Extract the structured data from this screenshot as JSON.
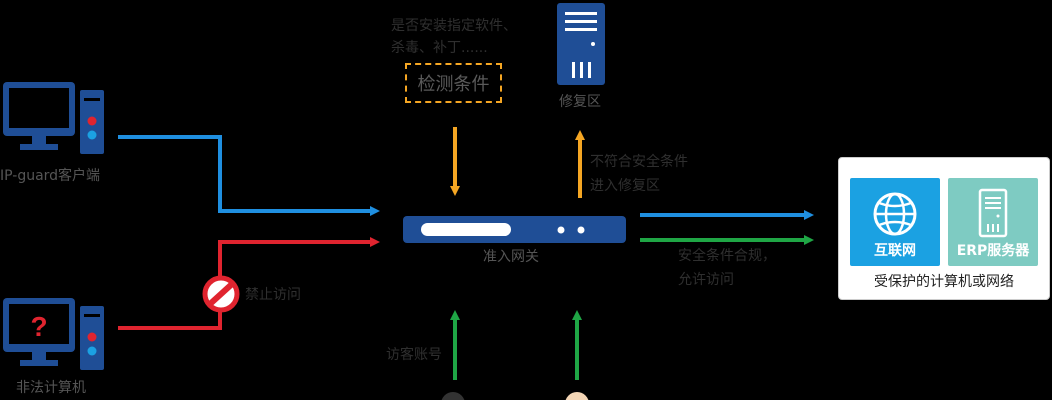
{
  "colors": {
    "blue_line": "#1f8fe0",
    "red_line": "#e0242f",
    "green_line": "#1fa645",
    "orange_line": "#f5a623",
    "device_navy": "#1f4e96",
    "internet_tile": "#1ba1e2",
    "erp_tile": "#7ecbc2"
  },
  "nodes": {
    "client_label": "IP-guard客户端",
    "illegal_label": "非法计算机",
    "gateway_label": "准入网关",
    "repair_label": "修复区",
    "protected_caption": "受保护的计算机或网络",
    "internet_label": "互联网",
    "erp_label": "ERP服务器"
  },
  "annotations": {
    "check_line1": "是否安装指定软件、",
    "check_line2": "杀毒、补丁......",
    "detect_condition": "检测条件",
    "noncompliant_line1": "不符合安全条件",
    "noncompliant_line2": "进入修复区",
    "compliant_line1": "安全条件合规，",
    "compliant_line2": "允许访问",
    "deny_access": "禁止访问",
    "visitor_account": "访客账号"
  },
  "icons": {
    "client": "computer-icon",
    "illegal": "unknown-computer-icon",
    "gateway": "gateway-device-icon",
    "repair": "server-icon",
    "internet": "globe-icon",
    "erp": "server-icon",
    "deny": "no-entry-icon"
  }
}
